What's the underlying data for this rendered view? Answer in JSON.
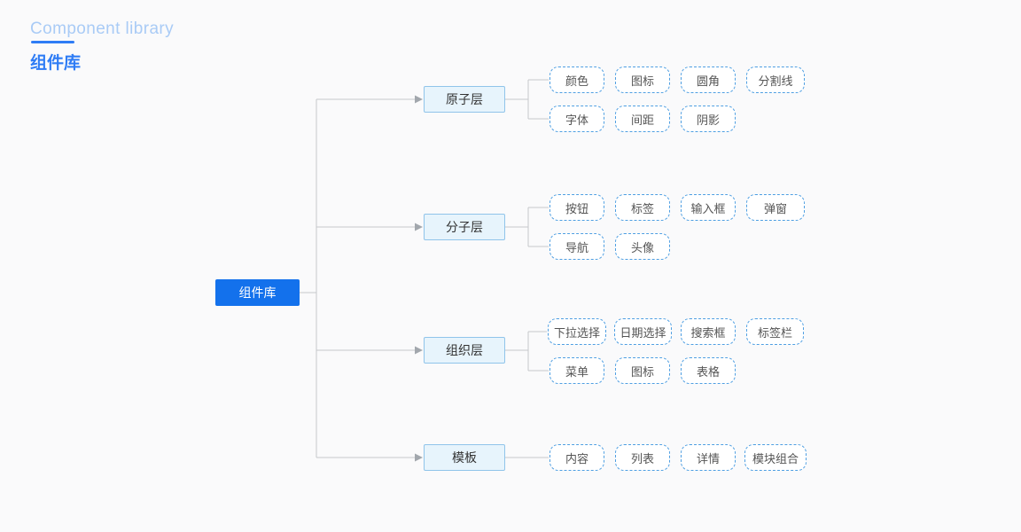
{
  "header": {
    "subtitle": "Component library",
    "title": "组件库"
  },
  "colors": {
    "brand_blue": "#2E7CF5",
    "subtitle_blue": "#A9CBF6",
    "root_fill": "#1371EC",
    "root_text": "#FFFFFF",
    "branch_fill": "#E7F4FC",
    "branch_border": "#90C4EA",
    "branch_text": "#333333",
    "leaf_border": "#4F9FE2",
    "leaf_text": "#555555",
    "connector": "#C6C8CB",
    "arrow": "#A2A7AD",
    "canvas_bg": "#FAFAFB"
  },
  "tree": {
    "root": {
      "label": "组件库"
    },
    "branches": [
      {
        "label": "原子层",
        "children": [
          "颜色",
          "图标",
          "圆角",
          "分割线",
          "字体",
          "间距",
          "阴影"
        ]
      },
      {
        "label": "分子层",
        "children": [
          "按钮",
          "标签",
          "输入框",
          "弹窗",
          "导航",
          "头像"
        ]
      },
      {
        "label": "组织层",
        "children": [
          "下拉选择",
          "日期选择",
          "搜索框",
          "标签栏",
          "菜单",
          "图标",
          "表格"
        ]
      },
      {
        "label": "模板",
        "children": [
          "内容",
          "列表",
          "详情",
          "模块组合"
        ]
      }
    ]
  }
}
